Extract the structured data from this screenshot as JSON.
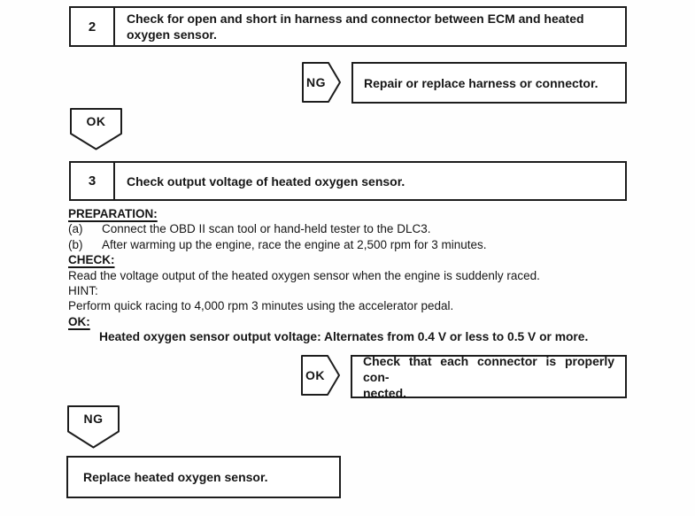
{
  "page": {
    "background": "#fefefe",
    "ink": "#161616"
  },
  "flowchart": {
    "step2": {
      "number": "2",
      "label": "Check for open and short in harness and connector between ECM and heated oxygen sensor."
    },
    "ng_branch_1": {
      "connector_label": "NG",
      "result": "Repair or replace harness or connector."
    },
    "ok_connector_1": {
      "connector_label": "OK"
    },
    "step3": {
      "number": "3",
      "label": "Check output voltage of heated oxygen sensor."
    },
    "ok_branch_2": {
      "connector_label": "OK",
      "result_line1": "Check that each connector is properly con-",
      "result_line2": "nected."
    },
    "ng_connector_2": {
      "connector_label": "NG"
    },
    "final_action": {
      "label": "Replace heated oxygen sensor."
    }
  },
  "details": {
    "preparation_heading": "PREPARATION:",
    "preparation_items": [
      {
        "marker": "(a)",
        "text": "Connect the OBD II scan tool or hand-held tester to the DLC3."
      },
      {
        "marker": "(b)",
        "text": "After warming up the engine, race the engine at 2,500 rpm for 3 minutes."
      }
    ],
    "check_heading": "CHECK:",
    "check_text": "Read the voltage output of the heated oxygen sensor when the engine is suddenly raced.",
    "hint_heading": "HINT:",
    "hint_text": "Perform quick racing to 4,000 rpm 3 minutes using the accelerator pedal.",
    "ok_heading": "OK:",
    "ok_spec": "Heated oxygen sensor output voltage: Alternates from 0.4 V or less to 0.5 V or more."
  }
}
